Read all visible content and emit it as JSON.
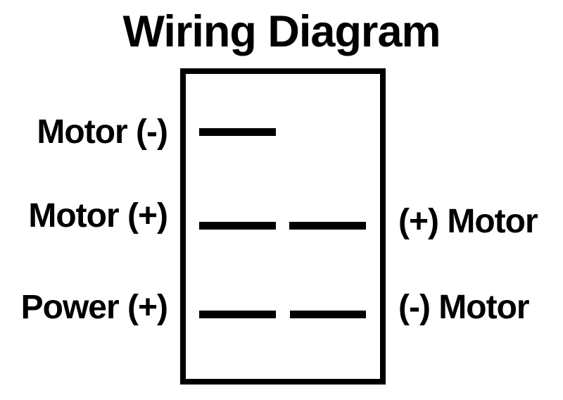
{
  "title": "Wiring Diagram",
  "colors": {
    "ink": "#000000",
    "paper": "#ffffff"
  },
  "diagram": {
    "rows": [
      {
        "left_label": "Motor (-)",
        "right_label": "",
        "terminals": [
          "left"
        ]
      },
      {
        "left_label": "Motor (+)",
        "right_label": "(+) Motor",
        "terminals": [
          "left",
          "right"
        ]
      },
      {
        "left_label": "Power (+)",
        "right_label": "(-) Motor",
        "terminals": [
          "left",
          "right"
        ]
      }
    ]
  }
}
